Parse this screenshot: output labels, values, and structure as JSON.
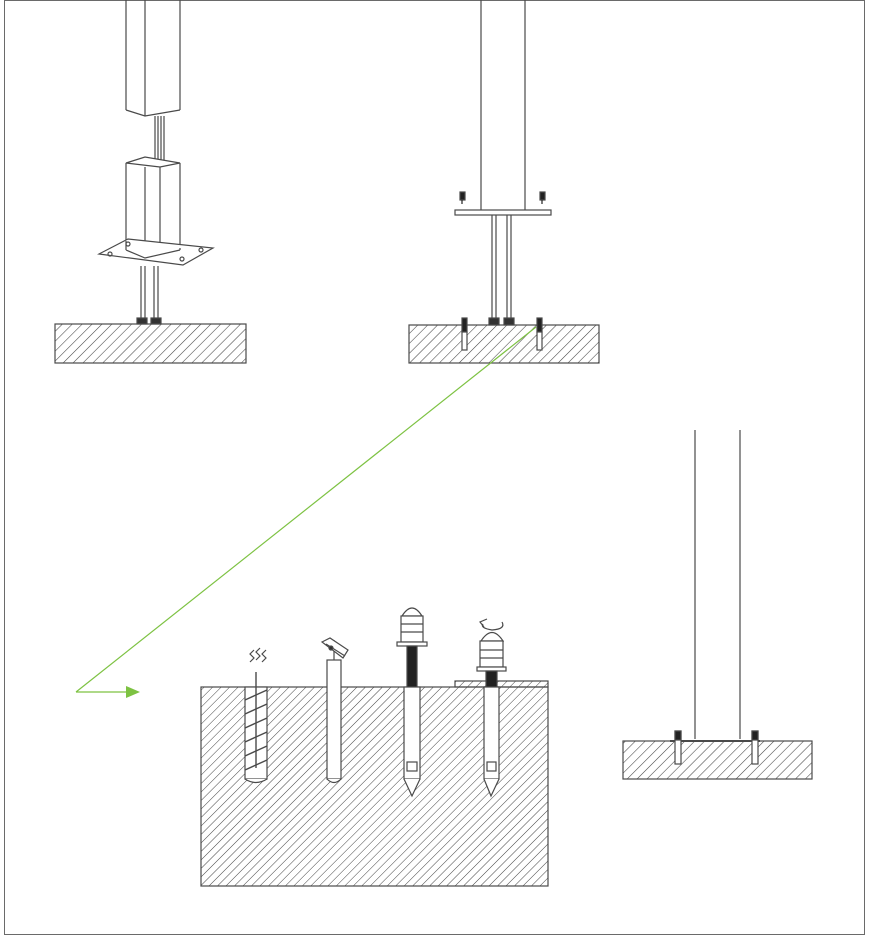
{
  "diagram": {
    "colors": {
      "line": "#4a4a4a",
      "arrow": "#7dc242",
      "background": "#ffffff",
      "frame": "#6a6a6a"
    },
    "steps": [
      {
        "id": "pole-base-plate-on-bolts",
        "icons": [
          "pole-icon",
          "base-plate-icon",
          "threaded-rod-icon",
          "hex-nut-icon",
          "concrete-slab-icon"
        ]
      },
      {
        "id": "pole-lowered-with-anchor-bolts",
        "icons": [
          "pole-icon",
          "base-plate-icon",
          "anchor-bolt-icon",
          "concrete-slab-icon"
        ]
      },
      {
        "id": "anchor-bolt-installation-detail",
        "icons": [
          "drill-icon",
          "hammer-icon",
          "expansion-anchor-icon",
          "rotate-arrow-icon",
          "concrete-section-icon"
        ]
      },
      {
        "id": "pole-fixed-on-foundation",
        "icons": [
          "pole-icon",
          "anchor-bolt-icon",
          "concrete-slab-icon"
        ]
      }
    ],
    "callout": {
      "from": "pole-lowered-with-anchor-bolts",
      "to": "anchor-bolt-installation-detail"
    }
  }
}
